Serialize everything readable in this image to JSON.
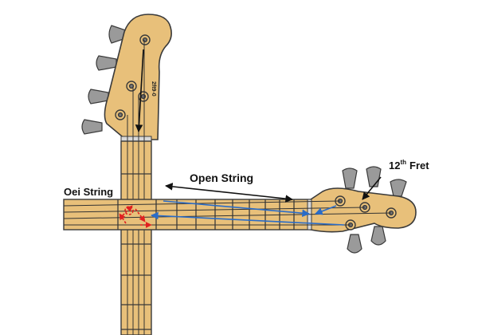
{
  "labels": {
    "open_string": "Open String",
    "twelfth_fret_number": "12",
    "twelfth_fret_suffix": "th",
    "twelfth_fret_word": "Fret",
    "left_label": "Oei String"
  },
  "headstock_logo": "2ft9-0",
  "colors": {
    "wood": "#E8C07A",
    "wood_dark": "#D7A961",
    "outline": "#3A3A3A",
    "tuner": "#9A9A9A",
    "blue_arrow": "#2A6CC8",
    "red_marker": "#E02020",
    "black_arrow": "#111111"
  }
}
